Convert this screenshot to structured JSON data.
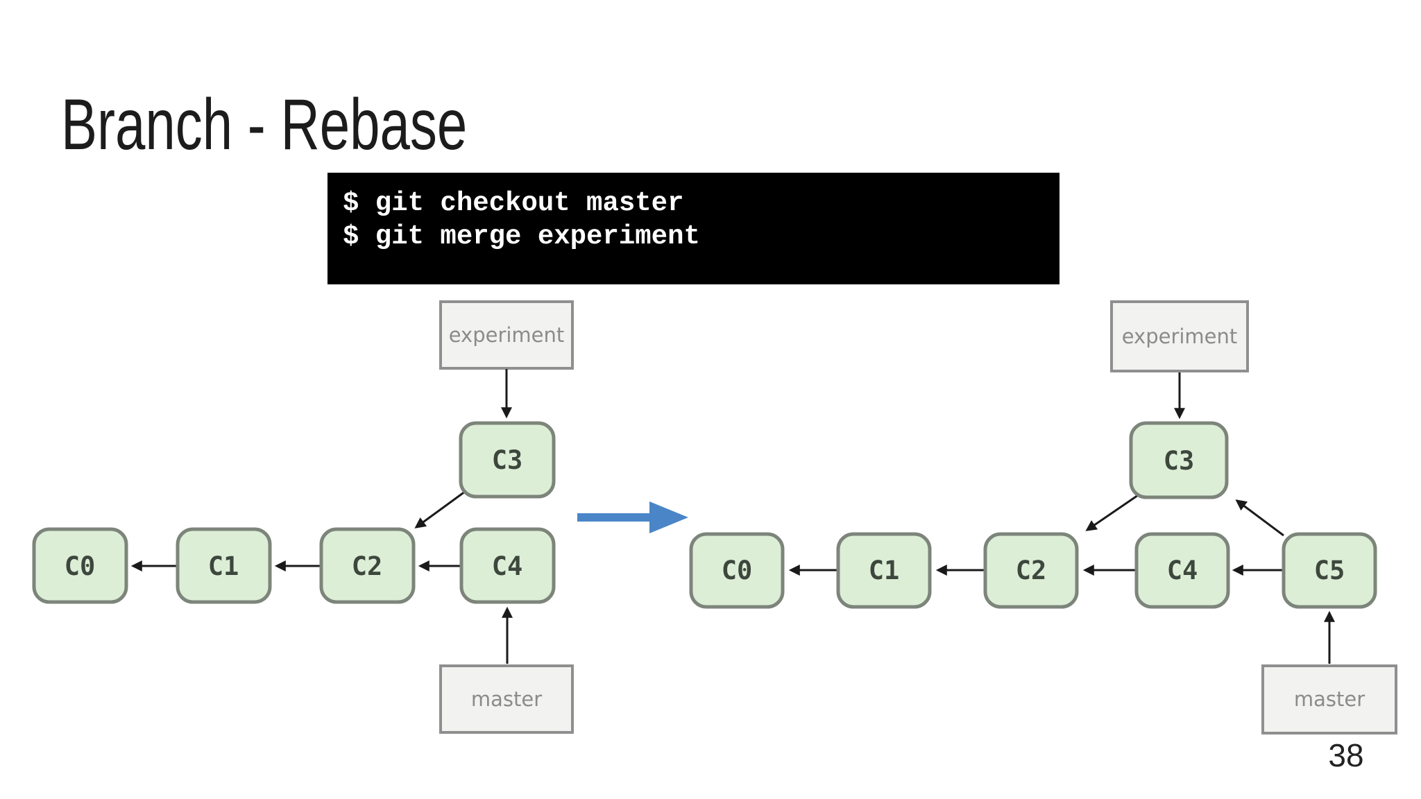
{
  "slide": {
    "title": "Branch - Rebase",
    "page_number": "38"
  },
  "terminal": {
    "lines": [
      "$ git checkout master",
      "$ git merge experiment"
    ]
  },
  "before_diagram": {
    "branch_labels": {
      "experiment": "experiment",
      "master": "master"
    },
    "commits": {
      "c0": "C0",
      "c1": "C1",
      "c2": "C2",
      "c3": "C3",
      "c4": "C4"
    },
    "edges": [
      "C1 -> C0",
      "C2 -> C1",
      "C4 -> C2",
      "C3 -> C2",
      "experiment -> C3",
      "master -> C4"
    ]
  },
  "after_diagram": {
    "branch_labels": {
      "experiment": "experiment",
      "master": "master"
    },
    "commits": {
      "c0": "C0",
      "c1": "C1",
      "c2": "C2",
      "c3": "C3",
      "c4": "C4",
      "c5": "C5"
    },
    "edges": [
      "C1 -> C0",
      "C2 -> C1",
      "C4 -> C2",
      "C5 -> C4",
      "C3 -> C2",
      "C5 -> C3",
      "experiment -> C3",
      "master -> C5"
    ]
  },
  "colors": {
    "commit_fill": "#ddeed7",
    "commit_border": "#7d857b",
    "commit_text": "#3d473d",
    "branch_label_fill": "#f2f2f0",
    "branch_label_border": "#8f8f8f",
    "branch_label_text": "#8b8b8b",
    "edge_arrow": "#1a1a1a",
    "transition_arrow": "#4a86c7",
    "terminal_bg": "#000000",
    "terminal_text": "#ffffff"
  }
}
